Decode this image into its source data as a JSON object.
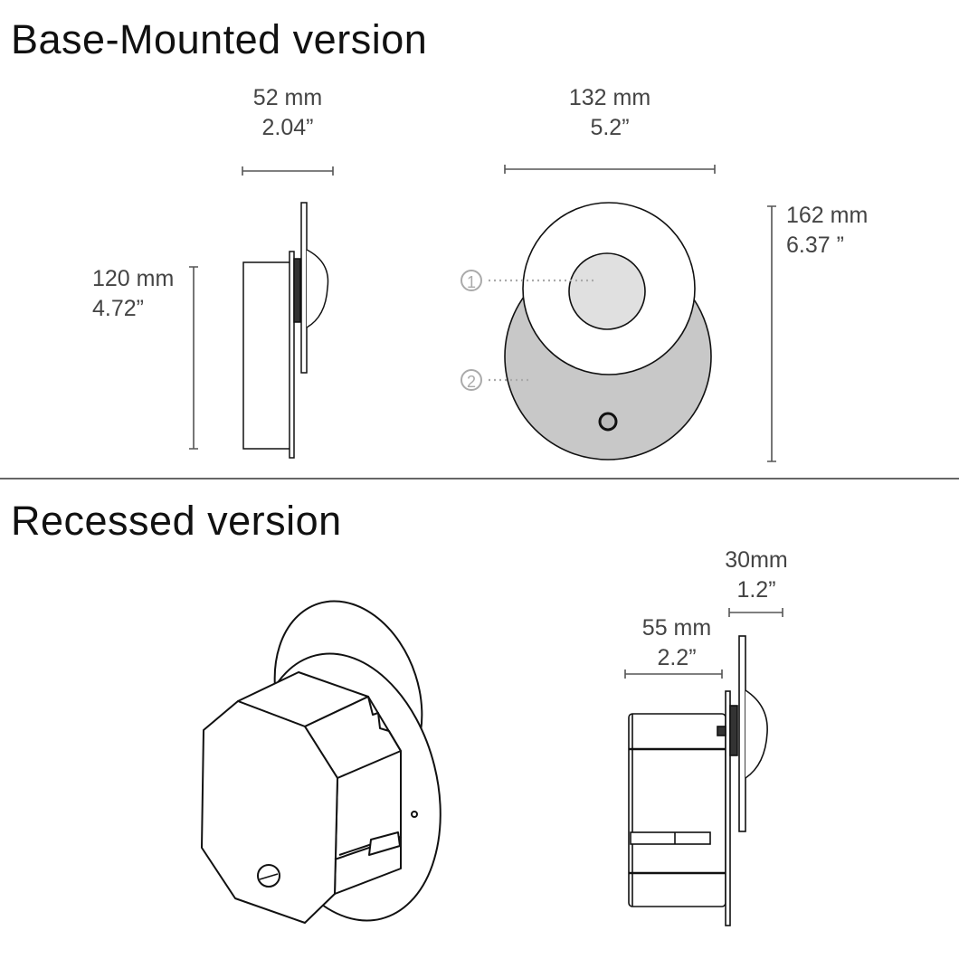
{
  "base_mounted": {
    "title": "Base-Mounted version",
    "depth": {
      "mm": "52 mm",
      "in": "2.04”"
    },
    "width": {
      "mm": "132 mm",
      "in": "5.2”"
    },
    "side_height": {
      "mm": "120 mm",
      "in": "4.72”"
    },
    "front_height": {
      "mm": "162 mm",
      "in": "6.37 ”"
    },
    "callouts": [
      "1",
      "2"
    ]
  },
  "recessed": {
    "title": "Recessed version",
    "front_depth": {
      "mm": "30mm",
      "in": "1.2”"
    },
    "box_depth": {
      "mm": "55 mm",
      "in": "2.2”"
    }
  },
  "colors": {
    "line": "#111111",
    "text": "#444444",
    "callout": "#aaaaaa",
    "lower_disc": "#c8c8c8",
    "lens": "#e0e0e0"
  }
}
